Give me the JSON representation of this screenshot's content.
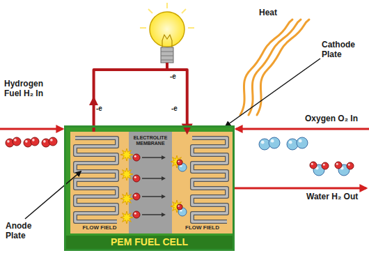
{
  "diagram": {
    "nodes": [
      {
        "text": [
          "PEM FUEL CELL"
        ]
      },
      {
        "text": [
          "FLOW FIELD"
        ],
        "in": 0
      },
      {
        "text": [
          "ELECTROLITE MEMBRANE"
        ],
        "in": 0
      },
      {
        "text": [
          "FLOW FIELD"
        ],
        "in": 0
      }
    ],
    "edges": [
      {
        "from": 1,
        "to": 3,
        "arrow": "to"
      }
    ],
    "labels": [
      "Heat",
      "Cathode Plate",
      "Hydrogen Fuel H₂ In",
      "-e",
      "-e",
      "-e",
      "Oxygen O₂ In",
      "Water H₂ Out",
      "Anode Plate"
    ]
  }
}
